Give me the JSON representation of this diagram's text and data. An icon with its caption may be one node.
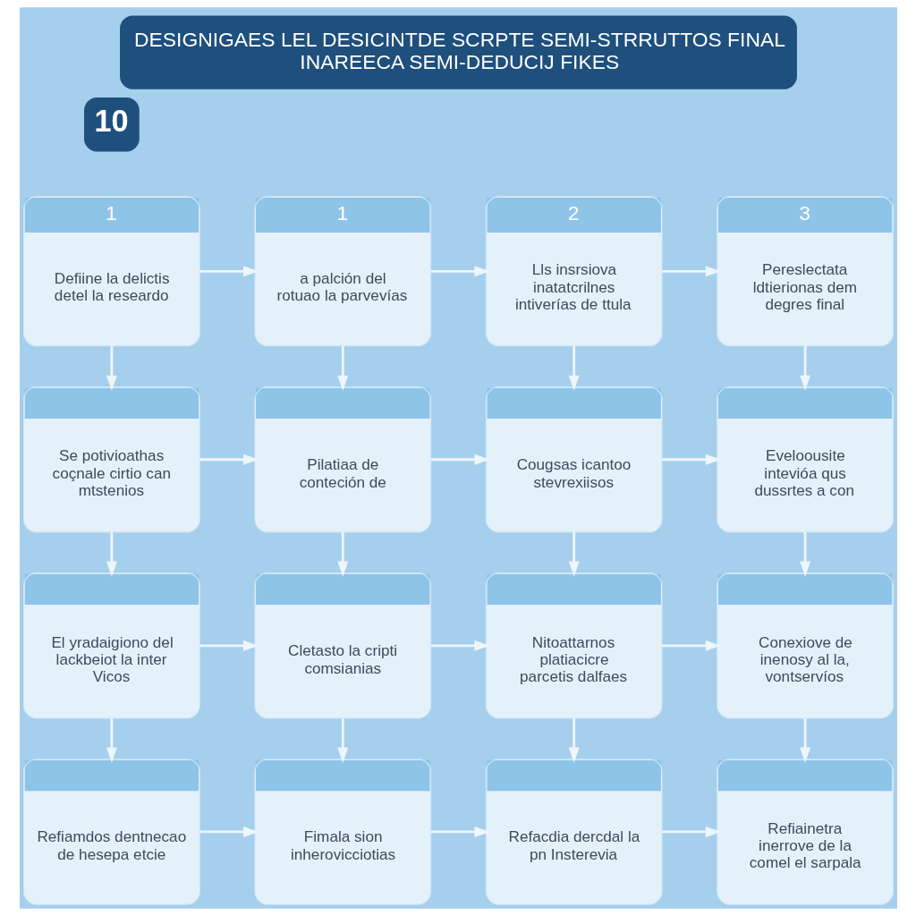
{
  "diagram": {
    "title": "DESIGNIGAES LEL DESICINTDE SCRPTE SEMI-STRRUTTOS FINAL INAREECA SEMI-DEDUCIJ FIKES",
    "nodes": [
      {
        "text": [
          "1",
          "Defiine la delictis detel la researdo"
        ]
      },
      {
        "text": [
          "1",
          "a palción del rotuao la parvevías"
        ]
      },
      {
        "text": [
          "2",
          "Lls insrsiova inatatcrilnes intiverías de ttula"
        ]
      },
      {
        "text": [
          "3",
          "Pereslectata ldtierionas dem degres final"
        ]
      },
      {
        "text": [
          "Se potivioathas coçnale cirtio can mtstenios"
        ]
      },
      {
        "text": [
          "Pilatiaa de conteción de"
        ]
      },
      {
        "text": [
          "Cougsas icantoo stevrexiisos"
        ]
      },
      {
        "text": [
          "Eveloousite intevióa qus dussrtes a con"
        ]
      },
      {
        "text": [
          "El yradaigiono del lackbeiot la inter Vicos"
        ]
      },
      {
        "text": [
          "Cletasto la cripti comsianias"
        ]
      },
      {
        "text": [
          "Nitoattarnos platiacicre parcetis dalfaes"
        ]
      },
      {
        "text": [
          "Conexiove de inenosy al la, vontservíos"
        ]
      },
      {
        "text": [
          "Refiamdos dentnecao de hesepa etcie"
        ]
      },
      {
        "text": [
          "Fimala sion inherovicciotias"
        ]
      },
      {
        "text": [
          "Refacdia dercdal la pn Insterevia"
        ]
      },
      {
        "text": [
          "Refiainetra inerrove de la comel el sarpala"
        ]
      }
    ],
    "edges": [
      {
        "from": 0,
        "to": 1,
        "arrow": "to"
      },
      {
        "from": 1,
        "to": 2,
        "arrow": "to"
      },
      {
        "from": 2,
        "to": 3,
        "arrow": "to"
      },
      {
        "from": 0,
        "to": 4,
        "arrow": "to"
      },
      {
        "from": 1,
        "to": 5,
        "arrow": "to"
      },
      {
        "from": 2,
        "to": 6,
        "arrow": "to"
      },
      {
        "from": 3,
        "to": 7,
        "arrow": "to"
      },
      {
        "from": 4,
        "to": 5,
        "arrow": "to"
      },
      {
        "from": 5,
        "to": 6,
        "arrow": "to"
      },
      {
        "from": 6,
        "to": 7,
        "arrow": "to"
      },
      {
        "from": 4,
        "to": 8,
        "arrow": "to"
      },
      {
        "from": 5,
        "to": 9,
        "arrow": "to"
      },
      {
        "from": 6,
        "to": 10,
        "arrow": "to"
      },
      {
        "from": 7,
        "to": 11,
        "arrow": "to"
      },
      {
        "from": 8,
        "to": 9,
        "arrow": "to"
      },
      {
        "from": 9,
        "to": 10,
        "arrow": "to"
      },
      {
        "from": 10,
        "to": 11,
        "arrow": "to"
      },
      {
        "from": 8,
        "to": 12,
        "arrow": "to"
      },
      {
        "from": 9,
        "to": 13,
        "arrow": "to"
      },
      {
        "from": 10,
        "to": 14,
        "arrow": "to"
      },
      {
        "from": 11,
        "to": 15,
        "arrow": "to"
      },
      {
        "from": 12,
        "to": 13,
        "arrow": "to"
      },
      {
        "from": 13,
        "to": 14,
        "arrow": "to"
      },
      {
        "from": 14,
        "to": 15,
        "arrow": "to"
      }
    ],
    "labels": [
      "10"
    ]
  }
}
